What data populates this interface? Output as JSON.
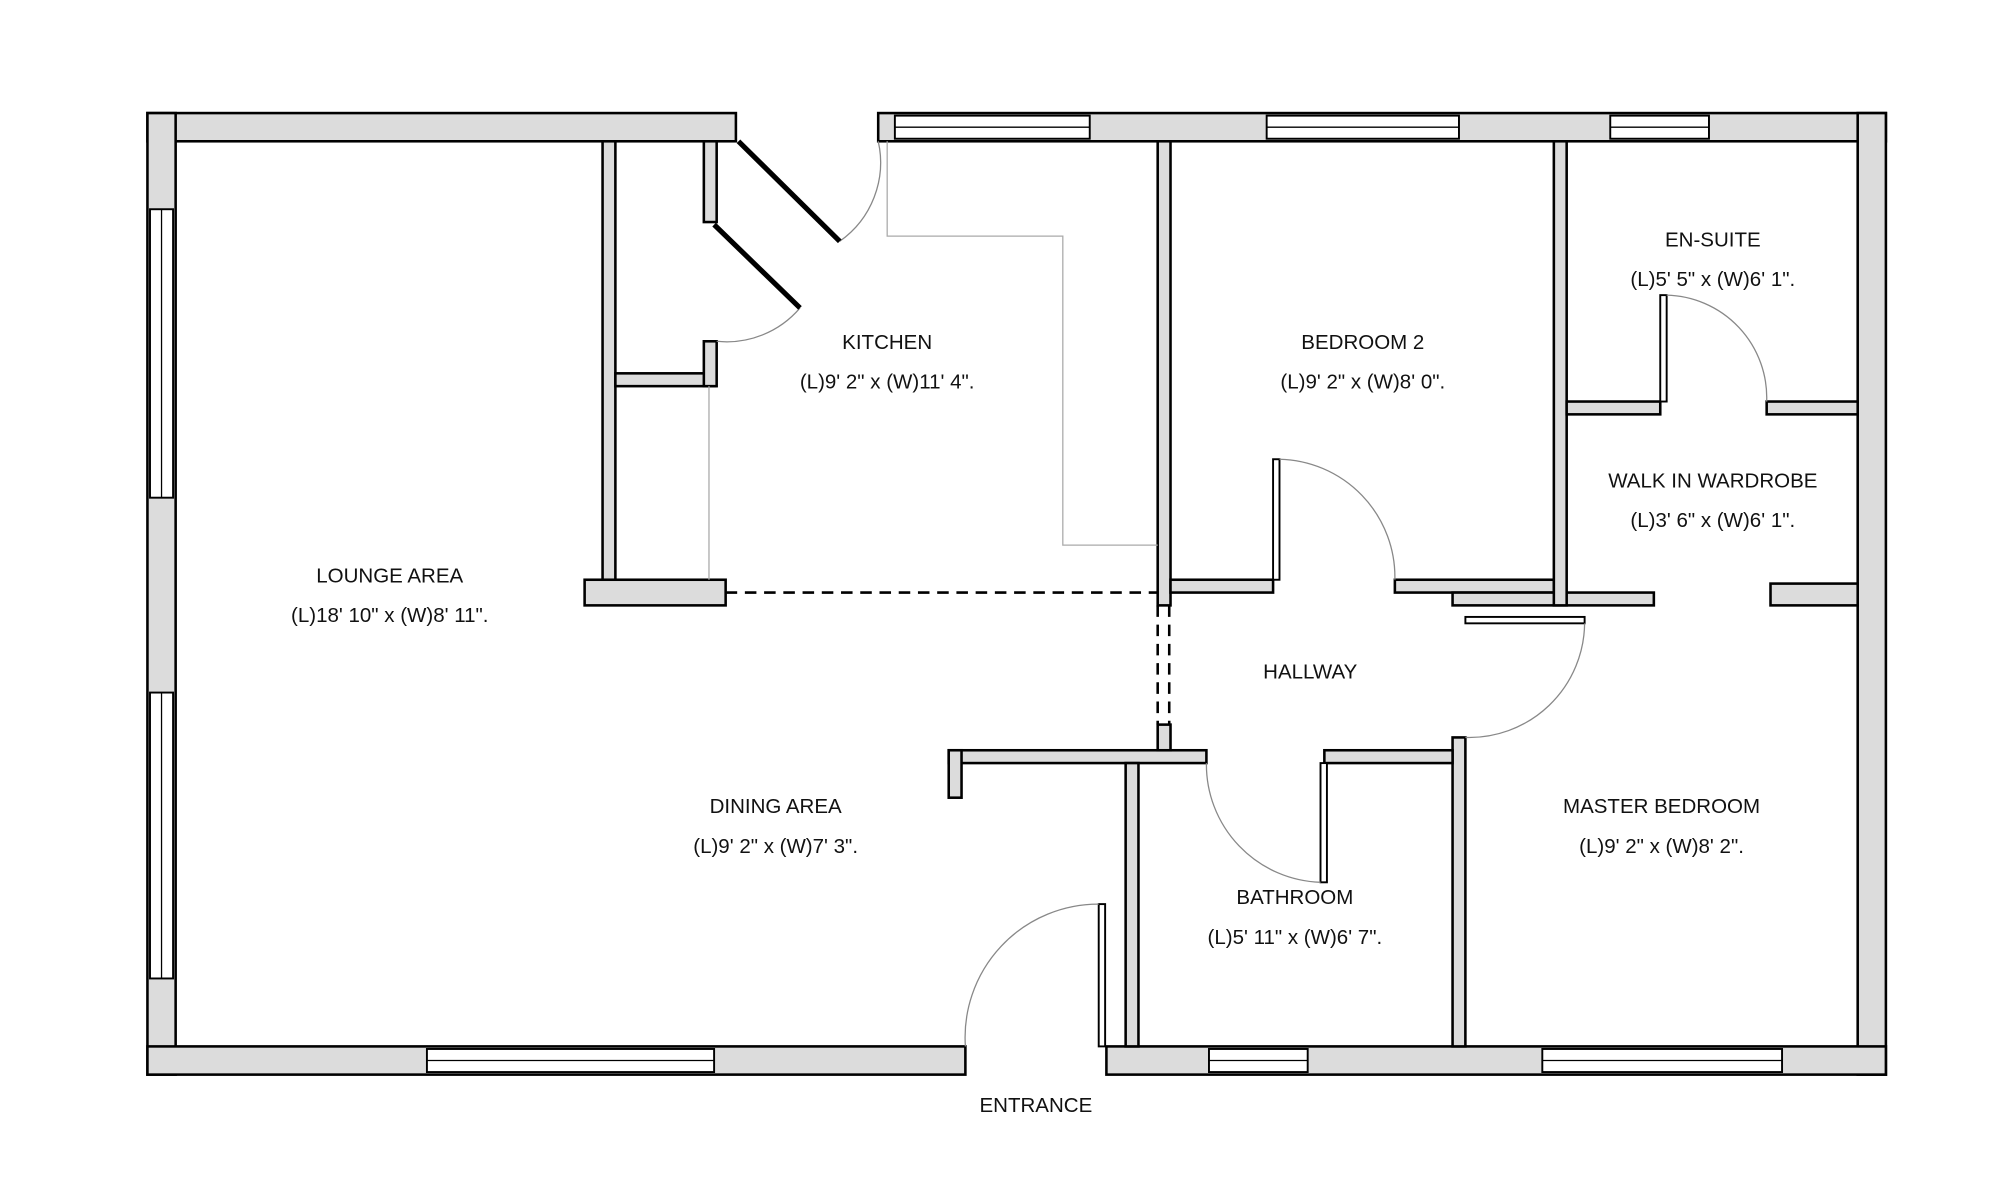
{
  "rooms": {
    "kitchen": {
      "name": "KITCHEN",
      "size": "(L)9' 2\" x (W)11' 4\"."
    },
    "bedroom2": {
      "name": "BEDROOM 2",
      "size": "(L)9' 2\" x (W)8' 0\"."
    },
    "ensuite": {
      "name": "EN-SUITE",
      "size": "(L)5' 5\" x (W)6' 1\"."
    },
    "wardrobe": {
      "name": "WALK IN WARDROBE",
      "size": "(L)3' 6\" x (W)6' 1\"."
    },
    "lounge": {
      "name": "LOUNGE AREA",
      "size": "(L)18' 10\" x (W)8' 11\"."
    },
    "hallway": {
      "name": "HALLWAY"
    },
    "dining": {
      "name": "DINING AREA",
      "size": "(L)9' 2\" x (W)7' 3\"."
    },
    "master": {
      "name": "MASTER BEDROOM",
      "size": "(L)9' 2\" x (W)8' 2\"."
    },
    "bathroom": {
      "name": "BATHROOM",
      "size": "(L)5' 11\" x (W)6' 7\"."
    }
  },
  "entrance": "ENTRANCE",
  "colors": {
    "wall": "#dcdcdc",
    "line": "#000000"
  }
}
